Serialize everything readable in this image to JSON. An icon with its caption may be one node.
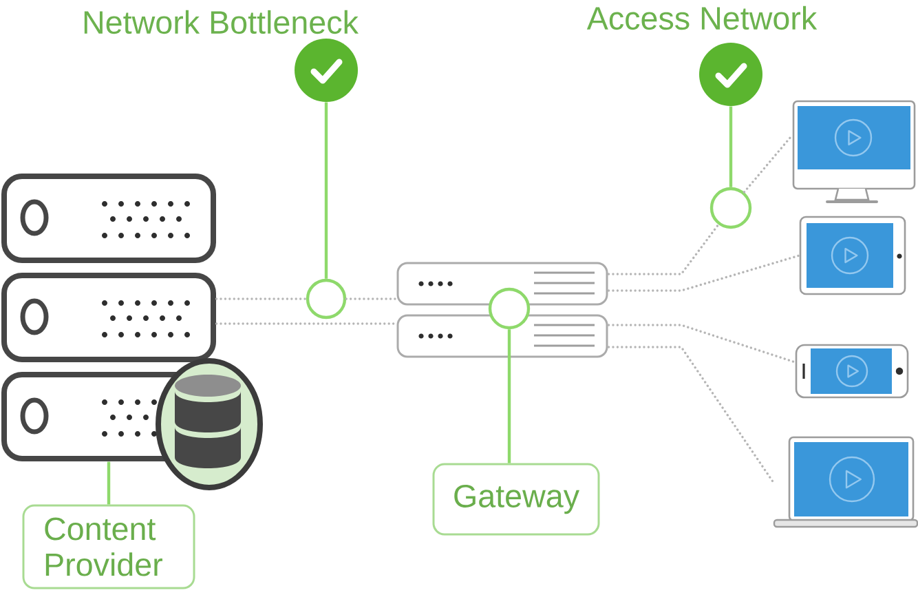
{
  "diagram": {
    "nodes": [
      {
        "text": [],
        "shape": "circle",
        "beside": [
          "Network Bottleneck"
        ]
      },
      {
        "text": [],
        "shape": "circle",
        "beside": [
          "Access Network"
        ]
      },
      {
        "text": [],
        "shape": "picture"
      },
      {
        "text": [
          "Content Provider"
        ]
      },
      {
        "text": [],
        "shape": "circle"
      },
      {
        "text": [],
        "shape": "picture"
      },
      {
        "text": [],
        "shape": "circle",
        "in": 5
      },
      {
        "text": [
          "Gateway"
        ]
      },
      {
        "text": [],
        "shape": "circle"
      },
      {
        "text": [],
        "shape": "picture"
      },
      {
        "text": [],
        "shape": "picture"
      },
      {
        "text": [],
        "shape": "picture"
      },
      {
        "text": [],
        "shape": "picture"
      }
    ],
    "edges": [
      {
        "from": 0,
        "to": 4,
        "arrow": "none",
        "color": "#8ed96b"
      },
      {
        "from": 1,
        "to": 8,
        "arrow": "none",
        "color": "#8ed96b"
      },
      {
        "from": 2,
        "to": 3,
        "arrow": "none",
        "color": "#8ed96b"
      },
      {
        "from": 6,
        "to": 7,
        "arrow": "none",
        "color": "#8ed96b"
      },
      {
        "from": 2,
        "to": 4,
        "arrow": "none",
        "style": "dashed"
      },
      {
        "from": 4,
        "to": 5,
        "arrow": "none",
        "style": "dashed"
      },
      {
        "from": 2,
        "to": 5,
        "arrow": "none",
        "style": "dashed"
      },
      {
        "from": 5,
        "to": 8,
        "arrow": "none",
        "style": "dashed"
      },
      {
        "from": 8,
        "to": 9,
        "arrow": "none",
        "style": "dashed"
      },
      {
        "from": 5,
        "to": 10,
        "arrow": "none",
        "style": "dashed"
      },
      {
        "from": 5,
        "to": 11,
        "arrow": "none",
        "style": "dashed"
      },
      {
        "from": 5,
        "to": 12,
        "arrow": "none",
        "style": "dashed"
      }
    ]
  }
}
